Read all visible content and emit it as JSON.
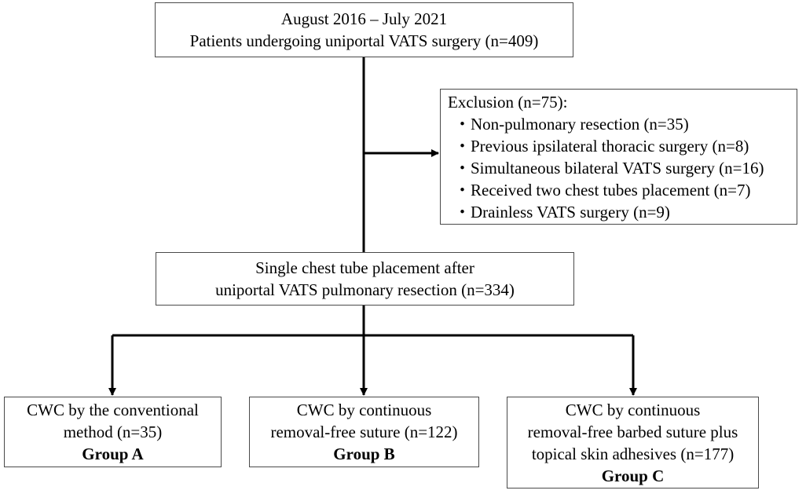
{
  "start": {
    "line1": "August 2016 – July 2021",
    "line2": "Patients undergoing uniportal VATS surgery (n=409)"
  },
  "exclusion": {
    "title": "Exclusion (n=75):",
    "items": [
      "・Non-pulmonary resection (n=35)",
      "・Previous ipsilateral thoracic surgery (n=8)",
      "・Simultaneous bilateral VATS surgery (n=16)",
      "・Received two chest tubes placement (n=7)",
      "・Drainless VATS surgery (n=9)"
    ]
  },
  "middle": {
    "line1": "Single chest tube placement after",
    "line2": "uniportal VATS pulmonary resection (n=334)"
  },
  "groups": [
    {
      "lines": [
        "CWC by the conventional",
        "method (n=35)"
      ],
      "label": "Group A"
    },
    {
      "lines": [
        "CWC by continuous",
        "removal-free suture (n=122)"
      ],
      "label": "Group B"
    },
    {
      "lines": [
        "CWC by continuous",
        "removal-free barbed suture plus",
        "topical skin adhesives (n=177)"
      ],
      "label": "Group C"
    }
  ],
  "colors": {
    "line": "#000000",
    "box_border": "#4a4a4a",
    "background": "#ffffff"
  }
}
